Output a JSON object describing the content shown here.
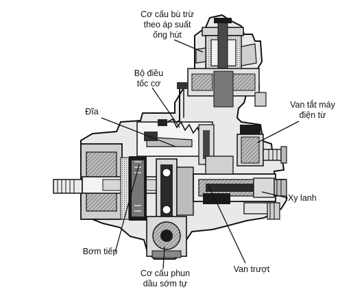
{
  "labels": {
    "altitude_compensator": [
      "Cơ cấu bù trừ",
      "theo áp suất",
      "ống hút"
    ],
    "governor": [
      "Bộ điều",
      "tốc cơ"
    ],
    "disc": [
      "Đĩa"
    ],
    "shutoff_valve": [
      "Van tắt máy",
      "điện từ"
    ],
    "cylinder": [
      "Xy lanh"
    ],
    "feed_pump": [
      "Bơm tiếp"
    ],
    "timing_device": [
      "Cơ cấu phun",
      "dầu sớm tự"
    ],
    "slide_valve": [
      "Van trượt"
    ]
  },
  "colors": {
    "line": "#111111",
    "fill_dark": "#1a1a1a",
    "fill_mid": "#6e6e6e",
    "fill_light": "#c8c8c8",
    "background": "#ffffff"
  }
}
